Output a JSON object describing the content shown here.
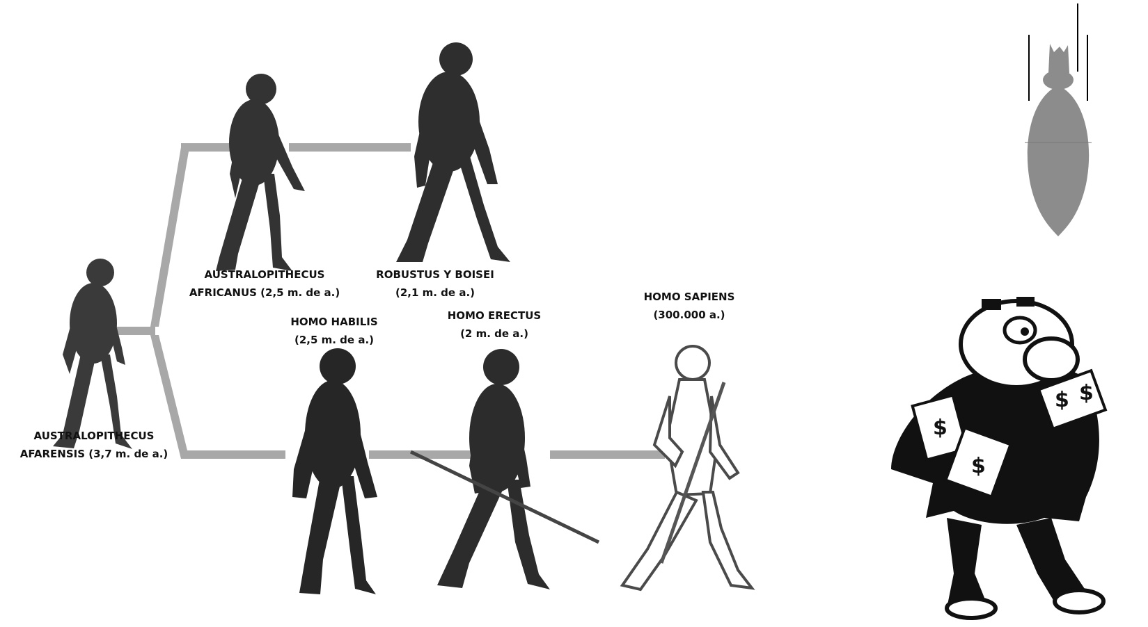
{
  "evolution_diagram": {
    "connector_color": "#a8a8a8",
    "species": [
      {
        "id": "afarensis",
        "lines": [
          "AUSTRALOPITHECUS",
          "AFARENSIS (3,7 m. de a.)"
        ]
      },
      {
        "id": "africanus",
        "lines": [
          "AUSTRALOPITHECUS",
          "AFRICANUS (2,5 m. de a.)"
        ]
      },
      {
        "id": "robustus",
        "lines": [
          "ROBUSTUS Y BOISEI",
          "(2,1 m. de a.)"
        ]
      },
      {
        "id": "habilis",
        "lines": [
          "HOMO HABILIS",
          "(2,5 m. de a.)"
        ]
      },
      {
        "id": "erectus",
        "lines": [
          "HOMO ERECTUS",
          "(2 m. de a.)"
        ]
      },
      {
        "id": "sapiens",
        "lines": [
          "HOMO SAPIENS",
          "(300.000 a.)"
        ]
      }
    ]
  },
  "cartoon": {
    "money_symbol": "$",
    "bag_color": "#8c8c8c"
  }
}
